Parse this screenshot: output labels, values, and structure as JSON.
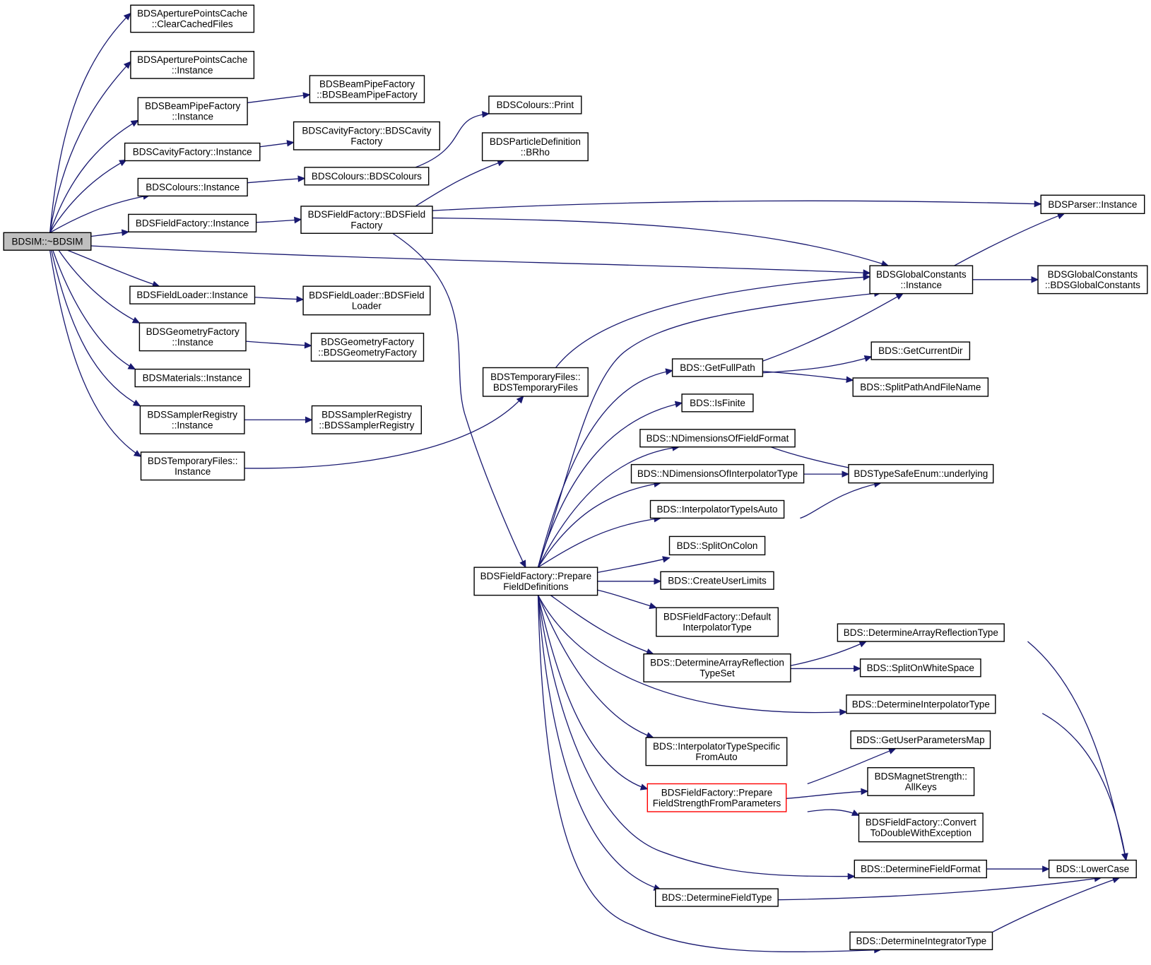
{
  "colors": {
    "edge": "#191970",
    "root_fill": "#bfbfbf",
    "node_border": "#000000",
    "highlight_border": "#ff0000"
  },
  "nodes": {
    "root": [
      "BDSIM::~BDSIM"
    ],
    "apCache_clear": [
      "BDSAperturePointsCache",
      "::ClearCachedFiles"
    ],
    "apCache_inst": [
      "BDSAperturePointsCache",
      "::Instance"
    ],
    "bpf_inst": [
      "BDSBeamPipeFactory",
      "::Instance"
    ],
    "bpf_ctor": [
      "BDSBeamPipeFactory",
      "::BDSBeamPipeFactory"
    ],
    "cav_inst": [
      "BDSCavityFactory::Instance"
    ],
    "cav_ctor": [
      "BDSCavityFactory::BDSCavity",
      "Factory"
    ],
    "col_print": [
      "BDSColours::Print"
    ],
    "col_inst": [
      "BDSColours::Instance"
    ],
    "col_ctor": [
      "BDSColours::BDSColours"
    ],
    "pd_brho": [
      "BDSParticleDefinition",
      "::BRho"
    ],
    "ff_inst": [
      "BDSFieldFactory::Instance"
    ],
    "ff_ctor": [
      "BDSFieldFactory::BDSField",
      "Factory"
    ],
    "parser_inst": [
      "BDSParser::Instance"
    ],
    "gc_inst": [
      "BDSGlobalConstants",
      "::Instance"
    ],
    "gc_ctor": [
      "BDSGlobalConstants",
      "::BDSGlobalConstants"
    ],
    "fl_inst": [
      "BDSFieldLoader::Instance"
    ],
    "fl_ctor": [
      "BDSFieldLoader::BDSField",
      "Loader"
    ],
    "gf_inst": [
      "BDSGeometryFactory",
      "::Instance"
    ],
    "gf_ctor": [
      "BDSGeometryFactory",
      "::BDSGeometryFactory"
    ],
    "mat_inst": [
      "BDSMaterials::Instance"
    ],
    "sr_inst": [
      "BDSSamplerRegistry",
      "::Instance"
    ],
    "sr_ctor": [
      "BDSSamplerRegistry",
      "::BDSSamplerRegistry"
    ],
    "tf_inst": [
      "BDSTemporaryFiles::",
      "Instance"
    ],
    "tf_ctor": [
      "BDSTemporaryFiles::",
      "BDSTemporaryFiles"
    ],
    "getfullpath": [
      "BDS::GetFullPath"
    ],
    "getcurrentdir": [
      "BDS::GetCurrentDir"
    ],
    "splitpath": [
      "BDS::SplitPathAndFileName"
    ],
    "isfinite": [
      "BDS::IsFinite"
    ],
    "ndimfield": [
      "BDS::NDimensionsOfFieldFormat"
    ],
    "ndiminterp": [
      "BDS::NDimensionsOfInterpolatorType"
    ],
    "underlying": [
      "BDSTypeSafeEnum::underlying"
    ],
    "interpauto": [
      "BDS::InterpolatorTypeIsAuto"
    ],
    "splitcolon": [
      "BDS::SplitOnColon"
    ],
    "prepfield": [
      "BDSFieldFactory::Prepare",
      "FieldDefinitions"
    ],
    "userlimits": [
      "BDS::CreateUserLimits"
    ],
    "defaultinterp": [
      "BDSFieldFactory::Default",
      "InterpolatorType"
    ],
    "arrreftype": [
      "BDS::DetermineArrayReflectionType"
    ],
    "arrrefset": [
      "BDS::DetermineArrayReflection",
      "TypeSet"
    ],
    "splitws": [
      "BDS::SplitOnWhiteSpace"
    ],
    "detinterp": [
      "BDS::DetermineInterpolatorType"
    ],
    "usermap": [
      "BDS::GetUserParametersMap"
    ],
    "interpspec": [
      "BDS::InterpolatorTypeSpecific",
      "FromAuto"
    ],
    "magkeys": [
      "BDSMagnetStrength::",
      "AllKeys"
    ],
    "prepstrength": [
      "BDSFieldFactory::Prepare",
      "FieldStrengthFromParameters"
    ],
    "convdouble": [
      "BDSFieldFactory::Convert",
      "ToDoubleWithException"
    ],
    "detfieldformat": [
      "BDS::DetermineFieldFormat"
    ],
    "lowercase": [
      "BDS::LowerCase"
    ],
    "detfieldtype": [
      "BDS::DetermineFieldType"
    ],
    "detintegrator": [
      "BDS::DetermineIntegratorType"
    ]
  }
}
